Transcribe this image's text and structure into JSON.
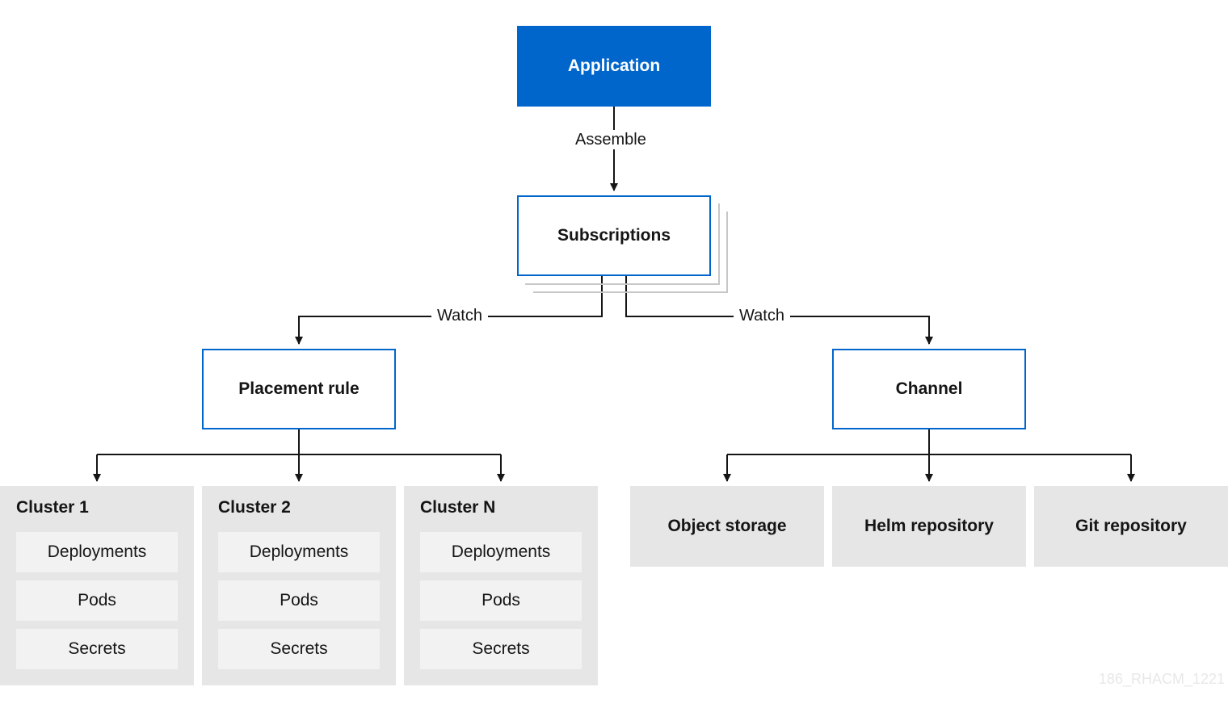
{
  "diagram": {
    "application": "Application",
    "assemble_label": "Assemble",
    "subscriptions": "Subscriptions",
    "watch_left": "Watch",
    "watch_right": "Watch",
    "placement_rule": "Placement rule",
    "channel": "Channel",
    "clusters": [
      {
        "title": "Cluster 1",
        "items": [
          "Deployments",
          "Pods",
          "Secrets"
        ]
      },
      {
        "title": "Cluster 2",
        "items": [
          "Deployments",
          "Pods",
          "Secrets"
        ]
      },
      {
        "title": "Cluster N",
        "items": [
          "Deployments",
          "Pods",
          "Secrets"
        ]
      }
    ],
    "sources": [
      "Object storage",
      "Helm repository",
      "Git repository"
    ],
    "watermark": "186_RHACM_1221"
  },
  "colors": {
    "primary": "#0066cc",
    "box_gray": "#e6e6e6",
    "inner_gray": "#f2f2f2",
    "line": "#151515"
  }
}
